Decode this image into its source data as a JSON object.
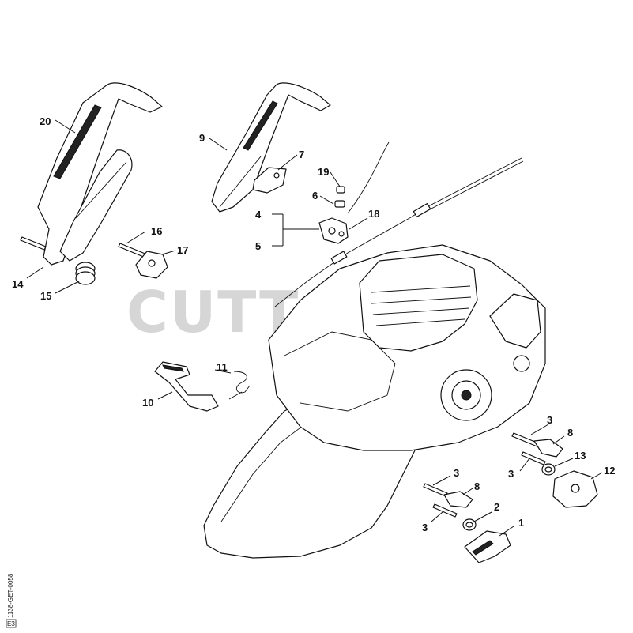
{
  "watermark": "CUTT",
  "side_code": "1138-GET-0058",
  "side_badge": "ЕЗ",
  "callouts": [
    "20",
    "9",
    "7",
    "19",
    "6",
    "4",
    "5",
    "18",
    "16",
    "17",
    "14",
    "15",
    "11",
    "10",
    "3",
    "8",
    "13",
    "3",
    "12",
    "3",
    "8",
    "2",
    "3",
    "1"
  ]
}
